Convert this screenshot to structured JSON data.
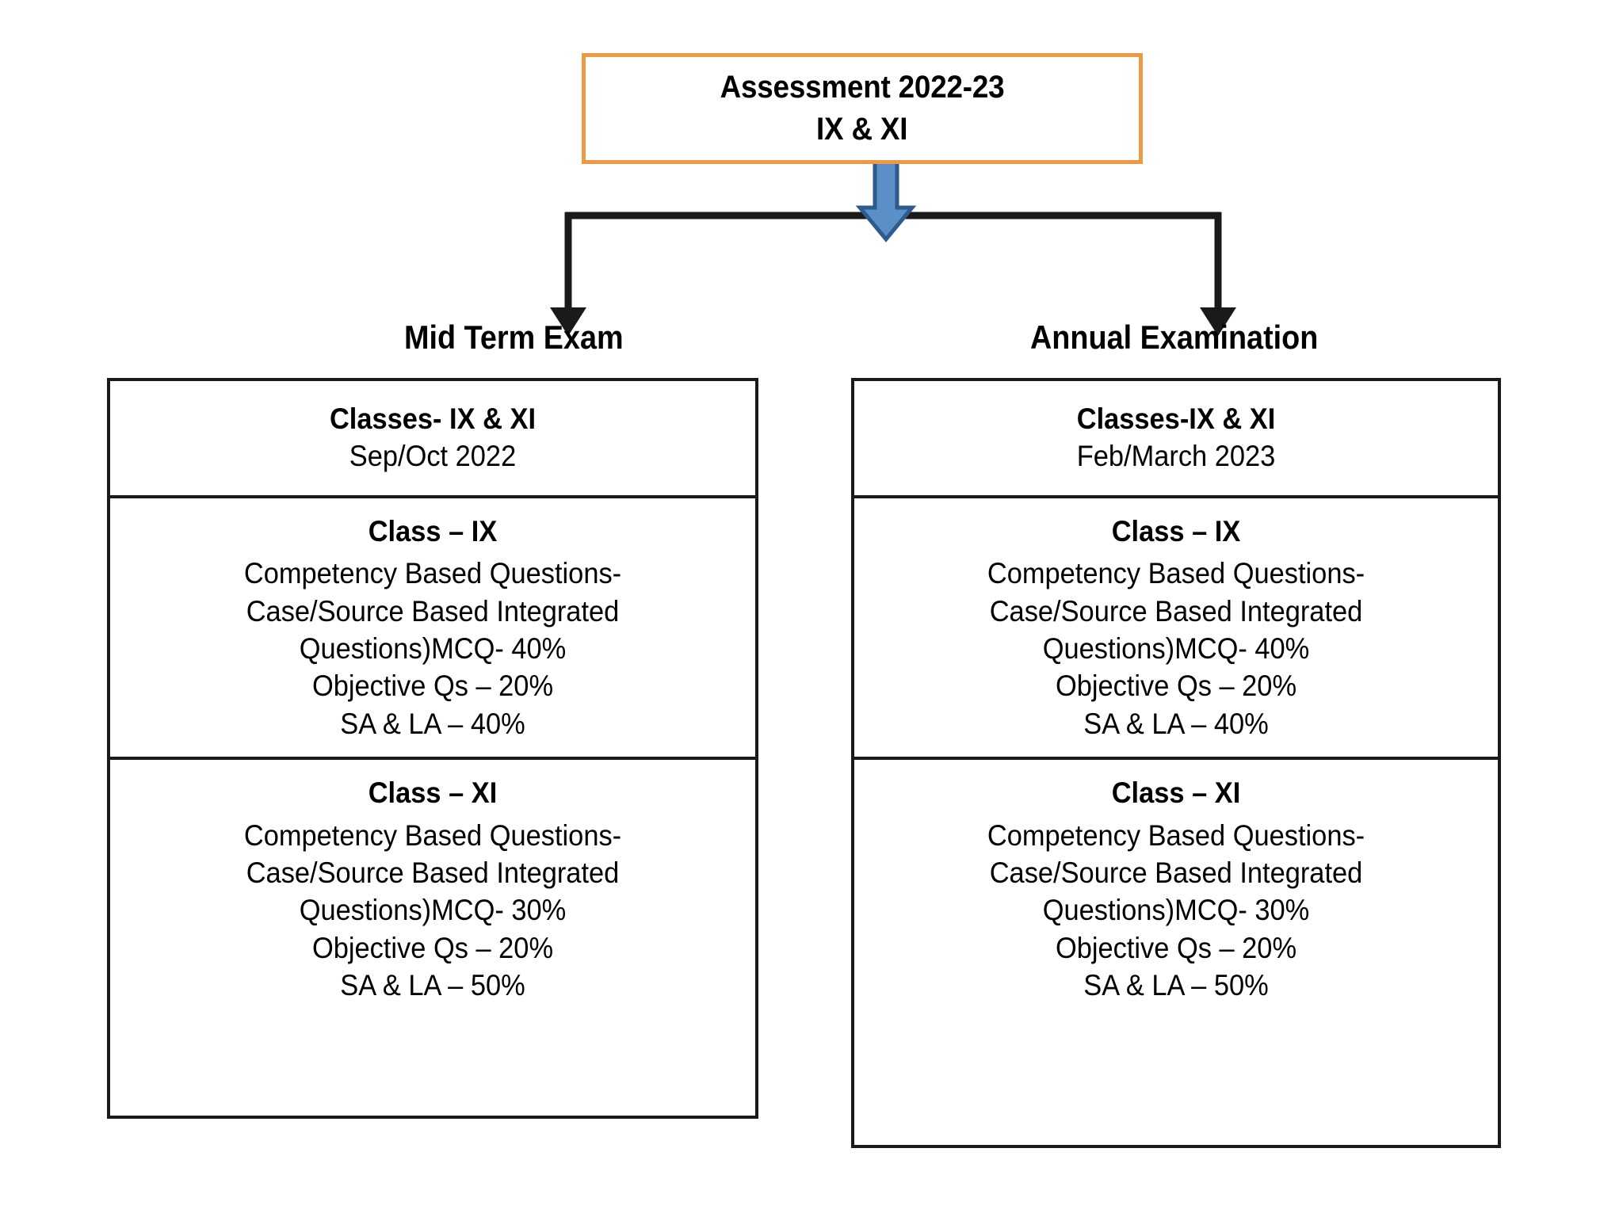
{
  "diagram": {
    "root": {
      "title_line1": "Assessment 2022-23",
      "title_line2": "IX  & XI",
      "border_color": "#ED9A47"
    },
    "connector": {
      "arrow_color_fill": "#5B8FC7",
      "arrow_color_stroke": "#2E5B8C",
      "line_color": "#1a1a1a"
    },
    "branches": [
      {
        "label": "Mid Term Exam",
        "header": {
          "classes": "Classes- IX & XI",
          "period": "Sep/Oct 2022"
        },
        "sections": [
          {
            "title": "Class – IX",
            "lines": [
              "Competency Based Questions-",
              "Case/Source Based Integrated",
              "Questions)MCQ-  40%",
              "Objective Qs – 20%",
              "SA & LA – 40%"
            ]
          },
          {
            "title": "Class – XI",
            "lines": [
              "Competency Based Questions-",
              "Case/Source Based Integrated",
              "Questions)MCQ-  30%",
              "Objective Qs – 20%",
              "SA & LA – 50%"
            ]
          }
        ]
      },
      {
        "label": "Annual Examination",
        "header": {
          "classes": "Classes-IX & XI",
          "period": "Feb/March 2023"
        },
        "sections": [
          {
            "title": "Class – IX",
            "lines": [
              "Competency Based Questions-",
              "Case/Source Based Integrated",
              "Questions)MCQ-  40%",
              "Objective Qs – 20%",
              "SA & LA – 40%"
            ]
          },
          {
            "title": "Class – XI",
            "lines": [
              "Competency Based Questions-",
              "Case/Source Based Integrated",
              "Questions)MCQ-  30%",
              "Objective Qs – 20%",
              "SA & LA – 50%"
            ]
          }
        ]
      }
    ]
  }
}
